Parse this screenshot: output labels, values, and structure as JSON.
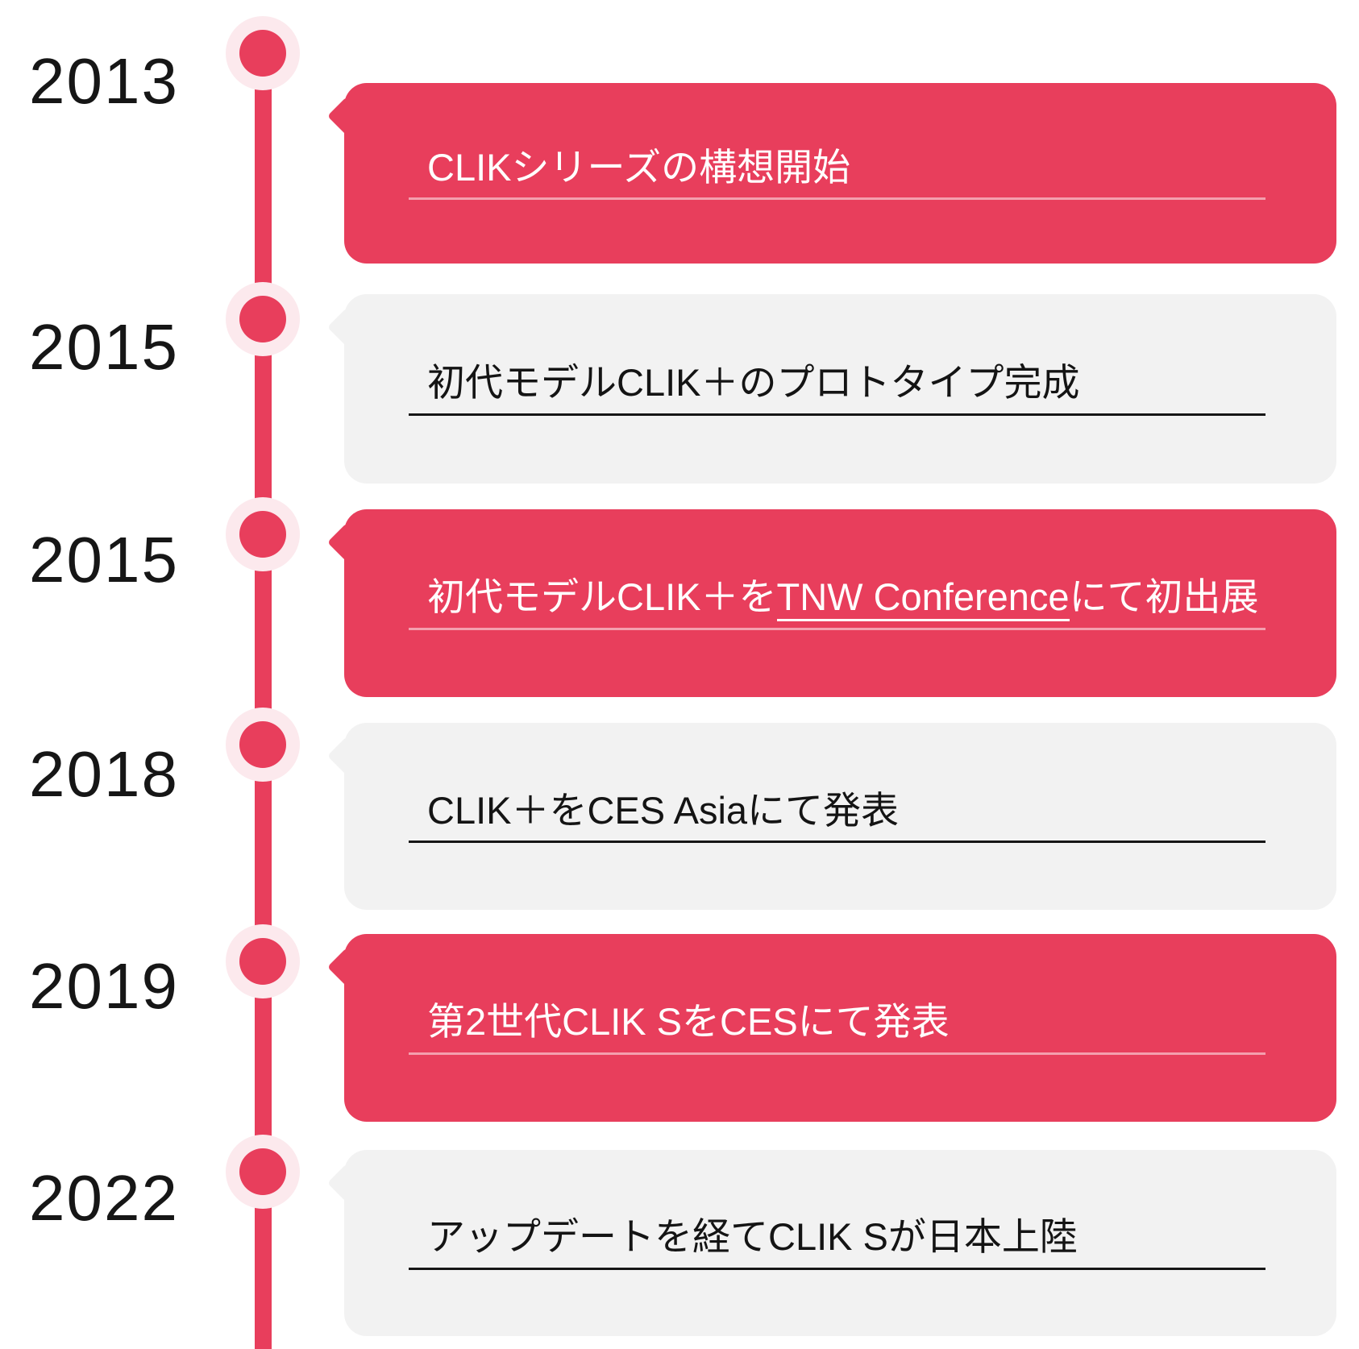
{
  "timeline": {
    "colors": {
      "accent": "#e83e5c",
      "halo": "#fce9ed",
      "card_gray": "#f2f2f2"
    },
    "milestones": [
      {
        "year": "2013",
        "variant": "red",
        "text": "CLIKシリーズの構想開始"
      },
      {
        "year": "2015",
        "variant": "gray",
        "text": "初代モデルCLIK＋のプロトタイプ完成"
      },
      {
        "year": "2015",
        "variant": "red",
        "text_before": "初代モデルCLIK＋を",
        "link_label": "TNW Conference",
        "text_after": "にて初出展"
      },
      {
        "year": "2018",
        "variant": "gray",
        "text": "CLIK＋をCES Asiaにて発表"
      },
      {
        "year": "2019",
        "variant": "red",
        "text": "第2世代CLIK SをCESにて発表"
      },
      {
        "year": "2022",
        "variant": "gray",
        "text": "アップデートを経てCLIK Sが日本上陸"
      }
    ]
  }
}
